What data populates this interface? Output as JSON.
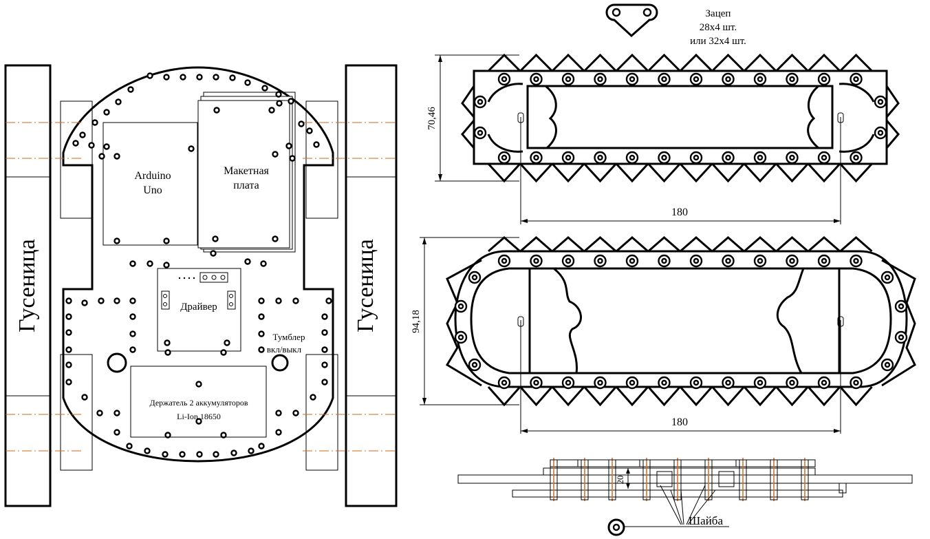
{
  "robot_plan": {
    "track_left_label": "Гусеница",
    "track_right_label": "Гусеница",
    "arduino_label_line1": "Arduino",
    "arduino_label_line2": "Uno",
    "breadboard_label_line1": "Макетная",
    "breadboard_label_line2": "плата",
    "driver_label": "Драйвер",
    "switch_label_line1": "Тумблер",
    "switch_label_line2": "вкл/выкл",
    "battery_label_line1": "Держатель 2 аккумуляторов",
    "battery_label_line2": "Li-Ion 18650"
  },
  "link": {
    "label_line1": "Зацеп",
    "label_line2": "28х4 шт.",
    "label_line3": "или 32х4 шт."
  },
  "track_small": {
    "height_dim": "70,46",
    "length_dim": "180"
  },
  "track_large": {
    "height_dim": "94,18",
    "length_dim": "180"
  },
  "side_view": {
    "width_dim": "20",
    "washer_label": "Шайба"
  }
}
